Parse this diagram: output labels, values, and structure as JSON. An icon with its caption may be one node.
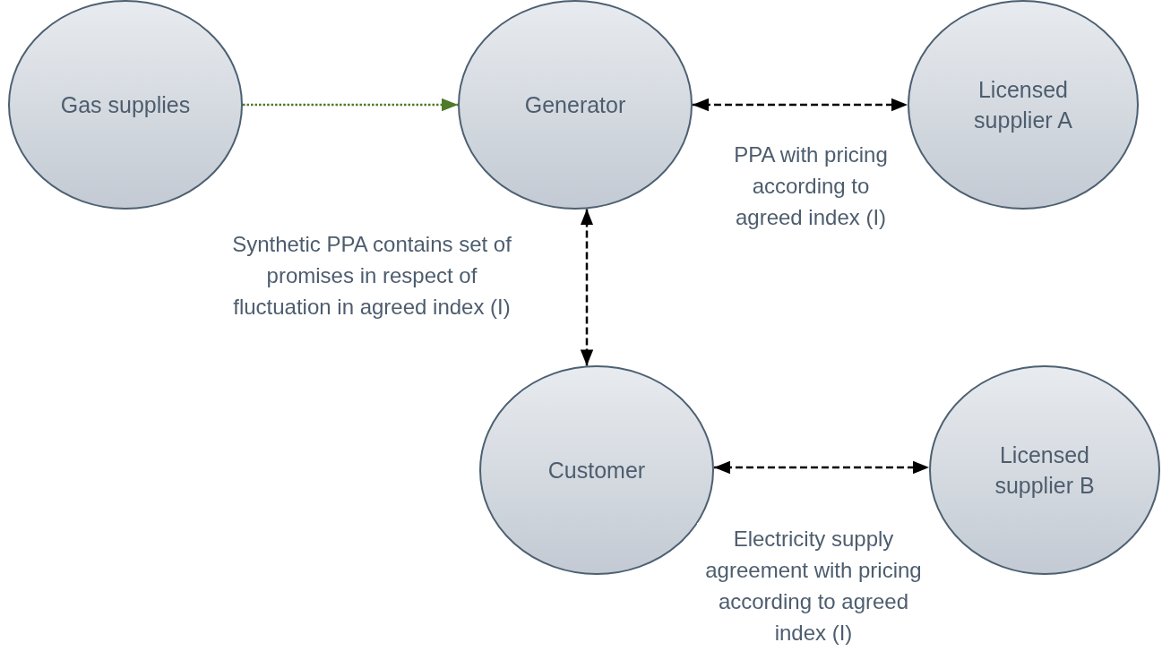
{
  "diagram": {
    "nodes": [
      {
        "text": [
          "Gas supplies"
        ]
      },
      {
        "text": [
          "Generator"
        ]
      },
      {
        "text": [
          "Licensed supplier A"
        ]
      },
      {
        "text": [
          "Customer"
        ]
      },
      {
        "text": [
          "Licensed supplier B"
        ]
      }
    ],
    "edges": [
      {
        "from": 0,
        "to": 1,
        "arrow": "to",
        "style": "dashed",
        "color": "#4f7a2a"
      },
      {
        "from": 1,
        "to": 2,
        "arrow": "both",
        "style": "dashed",
        "label": "PPA with pricing according to agreed index (I)"
      },
      {
        "from": 1,
        "to": 3,
        "arrow": "both",
        "style": "dashed",
        "label": "Synthetic PPA contains set of promises in respect of fluctuation in agreed index (I)"
      },
      {
        "from": 3,
        "to": 4,
        "arrow": "both",
        "style": "dashed",
        "label": "Electricity supply agreement with pricing according to agreed index (I)"
      }
    ]
  }
}
